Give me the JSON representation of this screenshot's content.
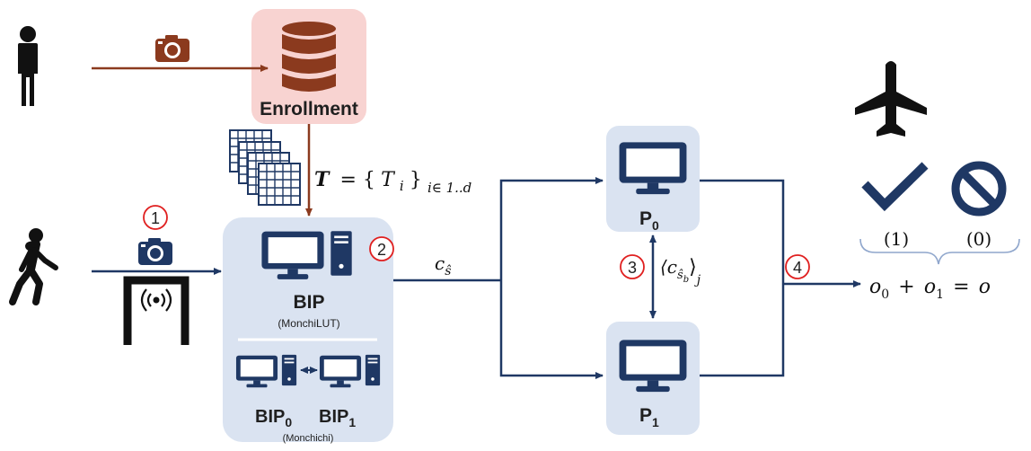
{
  "enrollment": {
    "label": "Enrollment"
  },
  "template_set": {
    "symbol": "T",
    "eq": "= {",
    "ti": "T",
    "ti_sub": "i",
    "close": "}",
    "range": "i∈ 1..d"
  },
  "bip": {
    "label": "BIP",
    "variant": "(MonchiLUT)"
  },
  "bip_split": {
    "bip0": "BIP",
    "bip0_sub": "0",
    "bip1": "BIP",
    "bip1_sub": "1",
    "variant": "(Monchichi)"
  },
  "parties": {
    "p0": "P",
    "p0_sub": "0",
    "p1": "P",
    "p1_sub": "1"
  },
  "steps": [
    "1",
    "2",
    "3",
    "4"
  ],
  "messages": {
    "cs": "c",
    "cs_sub": "ŝ",
    "share_open": "⟨c",
    "share_sub": "ŝ",
    "share_sub2": "b",
    "share_close": "⟩",
    "share_j": "j"
  },
  "outcome": {
    "accept_label": "(1)",
    "reject_label": "(0)",
    "eq_o0": "o",
    "eq_o0_sub": "0",
    "eq_plus": "+",
    "eq_o1": "o",
    "eq_o1_sub": "1",
    "eq_equals": "=",
    "eq_o": "o"
  },
  "icons": [
    "person-standing-icon",
    "person-walking-icon",
    "camera-icon",
    "database-icon",
    "fingerprint-grid-icon",
    "monitor-icon",
    "pc-tower-icon",
    "body-scanner-icon",
    "airplane-icon",
    "checkmark-icon",
    "prohibited-icon"
  ],
  "colors": {
    "navy": "#1f3864",
    "brown": "#8b3a1e",
    "enroll_bg": "#f8d3d1",
    "panel_bg": "#dae3f1",
    "step_red": "#e02020"
  }
}
